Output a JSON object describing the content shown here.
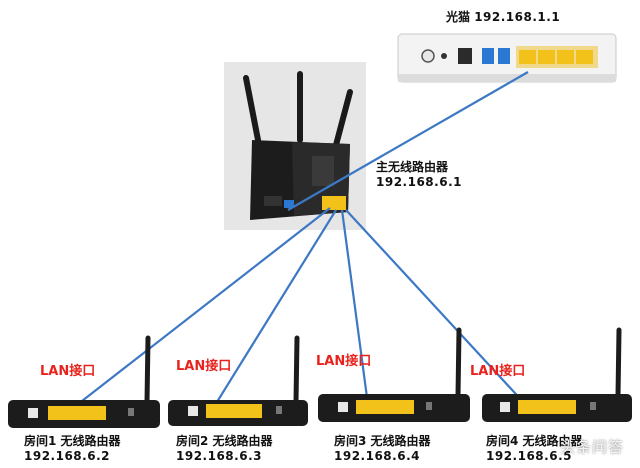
{
  "modem": {
    "name": "光猫",
    "ip": "192.168.1.1"
  },
  "main_router": {
    "name": "主无线路由器",
    "ip": "192.168.6.1"
  },
  "lan_port_label": "LAN接口",
  "rooms": [
    {
      "name": "房间1 无线路由器",
      "ip": "192.168.6.2"
    },
    {
      "name": "房间2 无线路由器",
      "ip": "192.168.6.3"
    },
    {
      "name": "房间3 无线路由器",
      "ip": "192.168.6.4"
    },
    {
      "name": "房间4 无线路由器",
      "ip": "192.168.6.5"
    }
  ],
  "watermark": "头条问答",
  "colors": {
    "cable": "#3d78c4",
    "lan_label": "#e8231e",
    "lan_port": "#f2c21a",
    "device_dark": "#1c1c1c",
    "modem_body": "#f1f1f1",
    "wan_port": "#2a78d2"
  }
}
